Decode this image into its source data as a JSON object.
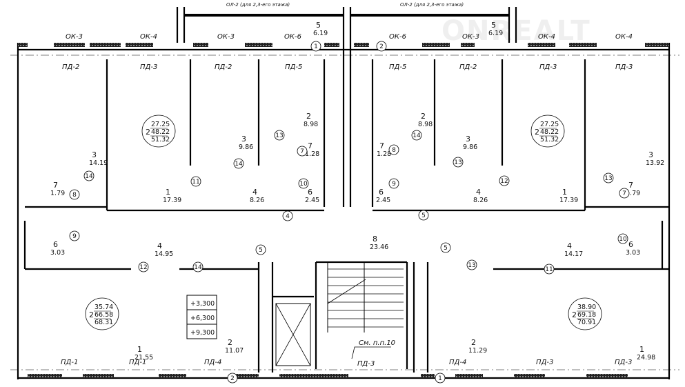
{
  "title": "Floor plan",
  "watermark": "ONREALT",
  "facade_labels": {
    "left": "ОЛ-2 (для 2,3-его этажа)",
    "right": "ОЛ-2 (для 2,3-его этажа)"
  },
  "windows": [
    "ОК-3",
    "ОК-4",
    "ОК-3",
    "ОК-6",
    "ОК-6",
    "ОК-3",
    "ОК-4",
    "ОК-4"
  ],
  "doors_top": [
    "ПД-2",
    "ПД-3",
    "ПД-2",
    "ПД-5",
    "ПД-5",
    "ПД-2",
    "ПД-3",
    "ПД-3"
  ],
  "doors_bottom": [
    "ПД-1",
    "ПД-1",
    "ПД-4",
    "ПД-3",
    "ПД-4",
    "ПД-3",
    "ПД-3"
  ],
  "rooms": [
    {
      "num": "5",
      "area": "6.19"
    },
    {
      "num": "5",
      "area": "6.19"
    },
    {
      "num": "3",
      "area": "14.19"
    },
    {
      "num": "3",
      "area": "9.86"
    },
    {
      "num": "2",
      "area": "8.98"
    },
    {
      "num": "7",
      "area": "1.28"
    },
    {
      "num": "7",
      "area": "1.79"
    },
    {
      "num": "6",
      "area": "3.03"
    },
    {
      "num": "1",
      "area": "17.39"
    },
    {
      "num": "4",
      "area": "8.26"
    },
    {
      "num": "6",
      "area": "2.45"
    },
    {
      "num": "4",
      "area": "14.95"
    },
    {
      "num": "1",
      "area": "21.55"
    },
    {
      "num": "2",
      "area": "11.07"
    },
    {
      "num": "8",
      "area": "23.46"
    },
    {
      "num": "6",
      "area": "2.45"
    },
    {
      "num": "7",
      "area": "1.28"
    },
    {
      "num": "2",
      "area": "8.98"
    },
    {
      "num": "3",
      "area": "9.86"
    },
    {
      "num": "3",
      "area": "13.92"
    },
    {
      "num": "4",
      "area": "8.26"
    },
    {
      "num": "1",
      "area": "17.39"
    },
    {
      "num": "7",
      "area": "1.79"
    },
    {
      "num": "6",
      "area": "3.03"
    },
    {
      "num": "4",
      "area": "14.17"
    },
    {
      "num": "2",
      "area": "11.29"
    },
    {
      "num": "1",
      "area": "24.98"
    }
  ],
  "apartments": [
    {
      "living": "27.25",
      "rooms": "2",
      "total": "48.22",
      "gross": "51.32"
    },
    {
      "living": "27.25",
      "rooms": "2",
      "total": "48.22",
      "gross": "51.32"
    },
    {
      "living": "35.74",
      "rooms": "2",
      "total": "66.58",
      "gross": "68.31"
    },
    {
      "living": "38.90",
      "rooms": "2",
      "total": "69.18",
      "gross": "70.91"
    }
  ],
  "markers": [
    "1",
    "2",
    "13",
    "14",
    "8",
    "9",
    "14",
    "11",
    "14",
    "7",
    "10",
    "8",
    "9",
    "12",
    "13",
    "13",
    "7",
    "10",
    "5",
    "4",
    "5",
    "5",
    "12",
    "14",
    "13",
    "11",
    "2",
    "1"
  ],
  "elevations": [
    "+3,300",
    "+6,300",
    "+9,300"
  ],
  "note": "См. п.п.10"
}
